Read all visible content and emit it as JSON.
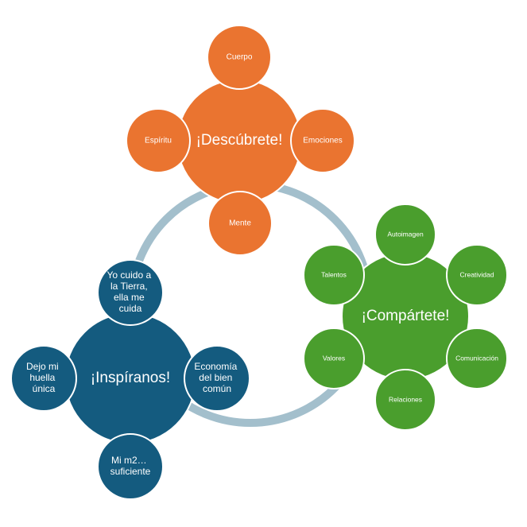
{
  "colors": {
    "orange": "#ea7430",
    "green": "#4a9e2d",
    "blue": "#145b7f",
    "ring": "#a3bfcc"
  },
  "clusters": {
    "descubrete": {
      "hub": "¡Descúbrete!",
      "satellites": {
        "top": "Cuerpo",
        "right": "Emociones",
        "bottom": "Mente",
        "left": "Espíritu"
      }
    },
    "compartete": {
      "hub": "¡Compártete!",
      "satellites": {
        "top": "Autoimagen",
        "upper_right": "Creatividad",
        "lower_right": "Comunicación",
        "bottom": "Relaciones",
        "lower_left": "Valores",
        "upper_left": "Talentos"
      }
    },
    "inspiranos": {
      "hub": "¡Inspíranos!",
      "satellites": {
        "top": [
          "Yo cuido a",
          "la Tierra,",
          "ella me",
          "cuida"
        ],
        "right": [
          "Economía",
          "del bien",
          "común"
        ],
        "bottom": [
          "Mi m2…",
          "suficiente"
        ],
        "left": [
          "Dejo mi",
          "huella",
          "única"
        ]
      }
    }
  }
}
